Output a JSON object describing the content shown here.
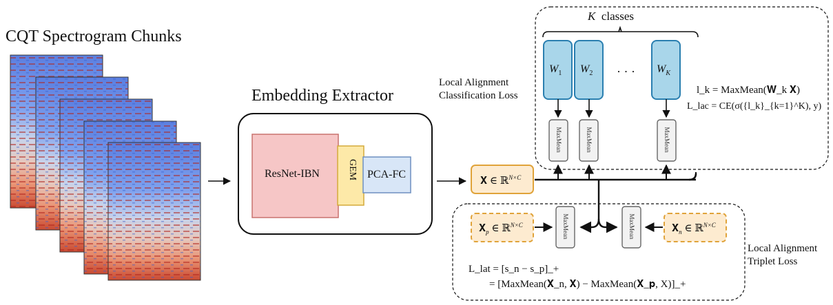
{
  "input": {
    "title": "CQT Spectrogram Chunks"
  },
  "extractor": {
    "title": "Embedding Extractor",
    "resnet": "ResNet-IBN",
    "gem": "GEM",
    "pcafc": "PCA-FC"
  },
  "embedding": {
    "x": "𝐗 ∈ ℝ",
    "x_sup": "N×C",
    "xp": "𝐗",
    "xp_sub": "p",
    "xp_tail": " ∈ ℝ",
    "xn": "𝐗",
    "xn_sub": "n",
    "xn_tail": " ∈ ℝ"
  },
  "lac": {
    "label_line1": "Local Alignment",
    "label_line2": "Classification Loss",
    "classes_k": "K",
    "classes_text": "classes",
    "w1": "W",
    "w1_sub": "1",
    "w2": "W",
    "w2_sub": "2",
    "wk": "W",
    "wk_sub": "K",
    "dots": "· · ·",
    "eq1": "l_k = MaxMean(𝐖_k 𝐗)",
    "eq2": "L_lac = CE(σ({l_k}_{k=1}^K), y)"
  },
  "lat": {
    "label_line1": "Local Alignment",
    "label_line2": "Triplet Loss",
    "eq1": "L_lat = [s_n − s_p]_+",
    "eq2": "= [MaxMean(𝐗_n, 𝐗) − MaxMean(𝐗_𝐩, X)]_+"
  },
  "op": {
    "maxmean": "MaxMean"
  },
  "colors": {
    "resnet_fill": "#f6c6c6",
    "resnet_stroke": "#c9726e",
    "gem_fill": "#fde9a8",
    "gem_stroke": "#d4aa3a",
    "pca_fill": "#d8e6f7",
    "pca_stroke": "#6d8fc0",
    "w_fill": "#a9d6ea",
    "w_stroke": "#2a7fb0",
    "emb_fill": "#fdebd0",
    "emb_stroke": "#e0a33a"
  }
}
